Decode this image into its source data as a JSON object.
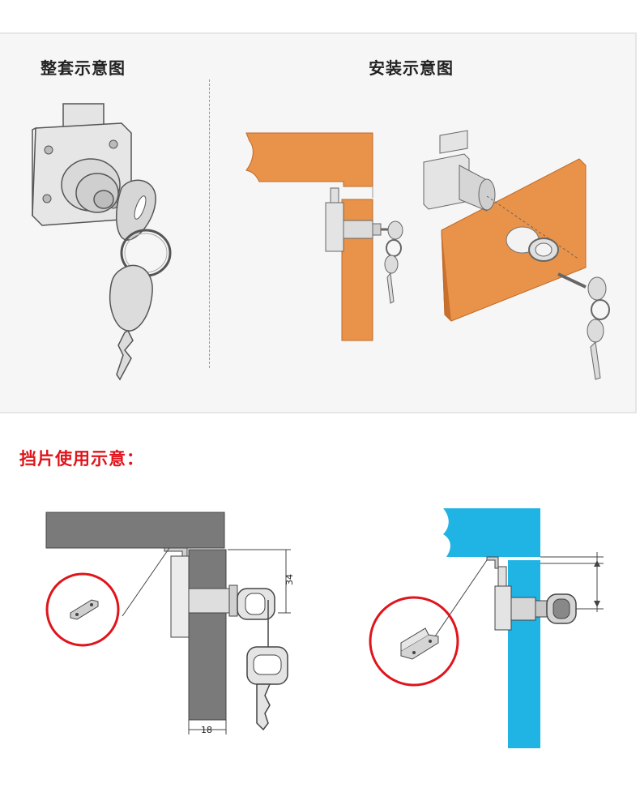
{
  "top": {
    "left_title": "整套示意图",
    "right_title": "安装示意图"
  },
  "bottom": {
    "section_title": "挡片使用示意：",
    "dimension_height": "34",
    "dimension_width": "18"
  },
  "colors": {
    "wood": "#e8924a",
    "wood_dark": "#c9702e",
    "panel_gray": "#7a7a7a",
    "cyan": "#1fb4e3",
    "highlight_red": "#e0141b",
    "metal": "#d8d8d8"
  }
}
